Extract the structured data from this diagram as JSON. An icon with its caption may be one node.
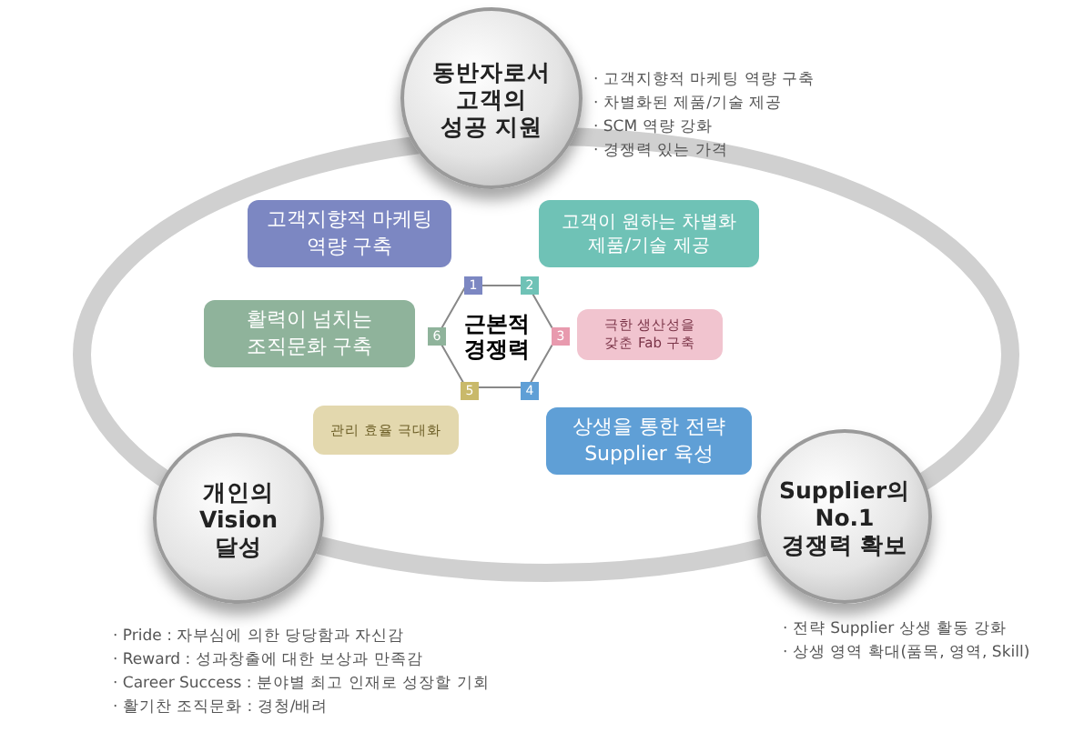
{
  "diagram": {
    "nodes": [
      {
        "text": [
          "동반자로서 고객의 성공 지원"
        ],
        "beside": [
          "· 고객지향적 마케팅 역량 구축",
          "· 차별화된 제품/기술 제공",
          "· SCM 역량 강화",
          "· 경쟁력 있는 가격"
        ]
      },
      {
        "text": [
          "고객지향적 마케팅 역량 구축"
        ]
      },
      {
        "text": [
          "고객이 원하는 차별화 제품/기술 제공"
        ]
      },
      {
        "text": [
          "활력이 넘치는 조직문화 구축"
        ]
      },
      {
        "text": [
          "근본적 경쟁력"
        ]
      },
      {
        "text": [
          "극한 생산성을 갖춘 Fab 구축"
        ]
      },
      {
        "text": [
          "관리 효율 극대화"
        ]
      },
      {
        "text": [
          "상생을 통한 전략 Supplier 육성"
        ]
      },
      {
        "text": [
          "개인의 Vision 달성"
        ],
        "beside": [
          "· Pride : 자부심에 의한 당당함과 자신감",
          "· Reward : 성과창출에 대한 보상과 만족감",
          "· Career Success : 분야별 최고 인재로 성장할 기회",
          "· 활기찬 조직문화 : 경청/배려"
        ]
      },
      {
        "text": [
          "Supplier의 No.1 경쟁력 확보"
        ],
        "beside": [
          "· 전략 Supplier 상생 활동 강화",
          "· 상생 영역 확대(품목, 영역, Skill)"
        ]
      }
    ],
    "labels": [
      "1",
      "2",
      "3",
      "4",
      "5",
      "6"
    ]
  }
}
